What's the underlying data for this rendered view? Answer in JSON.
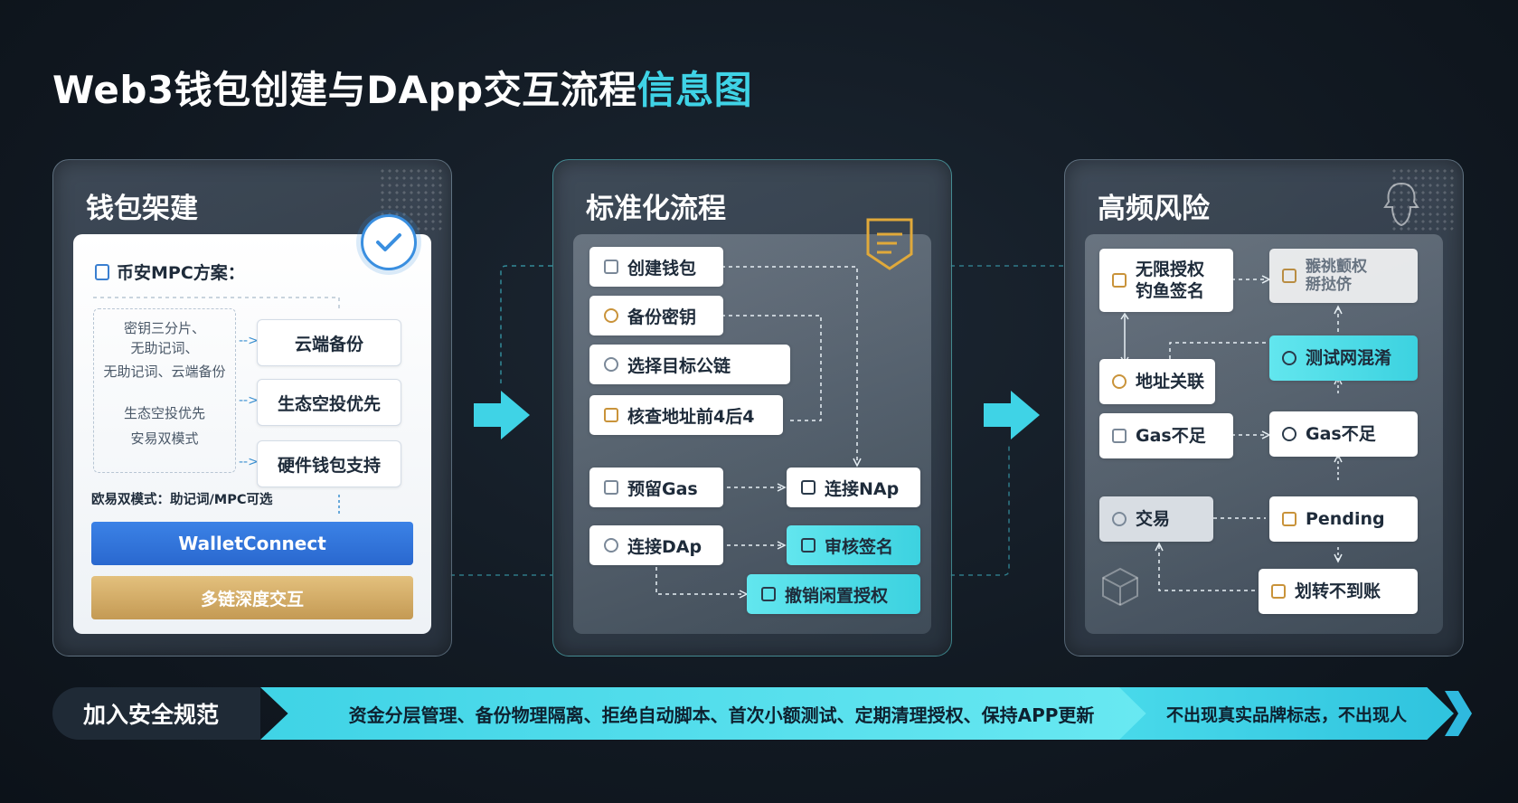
{
  "title": {
    "main": "Web3钱包创建与DApp交互流程",
    "highlight": "信息图"
  },
  "panels": {
    "architecture": {
      "title": "钱包架建",
      "mpc_heading": "币安MPC方案：",
      "left_box": {
        "line1": "密钥三分片、",
        "line2": "无助记词、",
        "line3": "无助记词、云端备份",
        "line4": "生态空投优先",
        "line5": "安易双模式"
      },
      "options": [
        "云端备份",
        "生态空投优先",
        "硬件钱包支持"
      ],
      "okx_note": "欧易双模式：助记词/MPC可选",
      "walletconnect": "WalletConnect",
      "multichain": "多链深度交互"
    },
    "process": {
      "title": "标准化流程",
      "steps": [
        "创建钱包",
        "备份密钥",
        "选择目标公链",
        "核查地址前4后4",
        "预留Gas",
        "连接NAp",
        "连接DAp",
        "审核签名",
        "撤销闲置授权"
      ]
    },
    "risks": {
      "title": "高频风险",
      "items": {
        "unlimited_line1": "无限授权",
        "unlimited_line2": "钓鱼签名",
        "blurred_line1": "翭祧颤权",
        "blurred_line2": "掰挞侪",
        "address_link": "地址关联",
        "testnet": "测试网混淆",
        "gas_left": "Gas不足",
        "gas_right": "Gas不足",
        "trade": "交易",
        "pending": "Pending",
        "transfer": "划转不到账"
      }
    }
  },
  "banner": {
    "label": "加入安全规范",
    "main": "资金分层管理、备份物理隔离、拒绝自动脚本、首次小额测试、定期清理授权、保持APP更新",
    "end": "不出现真实品牌标志，不出现人"
  },
  "colors": {
    "accent": "#3fd3e6",
    "blue": "#3b82e6",
    "gold": "#d2ad68",
    "background": "#121a23"
  }
}
